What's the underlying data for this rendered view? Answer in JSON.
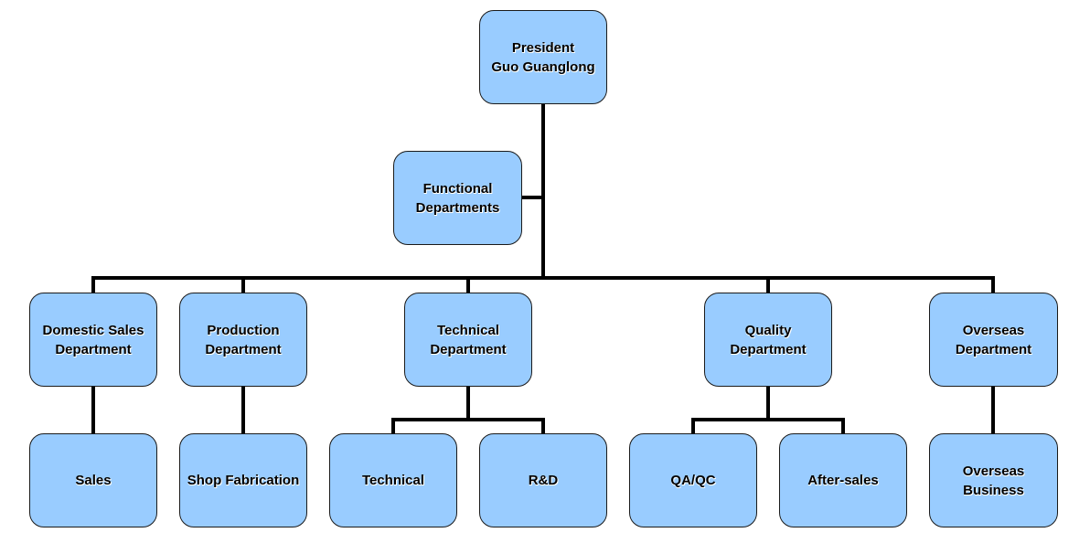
{
  "node_fill": "#99ccff",
  "connector_color": "#000000",
  "nodes": {
    "president": "President\nGuo Guanglong",
    "functional": "Functional\nDepartments",
    "domestic_sales": "Domestic Sales\nDepartment",
    "production": "Production\nDepartment",
    "technical_dept": "Technical\nDepartment",
    "quality": "Quality\nDepartment",
    "overseas": "Overseas\nDepartment",
    "sales": "Sales",
    "shop_fabrication": "Shop Fabrication",
    "technical": "Technical",
    "rnd": "R&D",
    "qaqc": "QA/QC",
    "after_sales": "After-sales",
    "overseas_business": "Overseas Business"
  }
}
